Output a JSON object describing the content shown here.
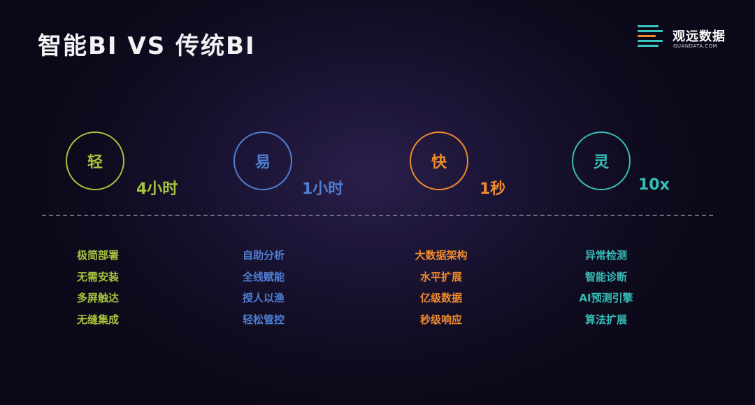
{
  "title": "智能BI VS 传统BI",
  "logo": {
    "icon": "guandata-logo-icon",
    "name": "观远数据",
    "sub": "GUANDATA.COM",
    "color": "#39c6c0"
  },
  "columns": [
    {
      "char": "轻",
      "metric": "4小时",
      "color": "#a5c23d",
      "items": [
        "极简部署",
        "无需安装",
        "多屏触达",
        "无缝集成"
      ]
    },
    {
      "char": "易",
      "metric": "1小时",
      "color": "#4f7fd4",
      "items": [
        "自助分析",
        "全线赋能",
        "授人以渔",
        "轻松管控"
      ]
    },
    {
      "char": "快",
      "metric": "1秒",
      "color": "#f08b2c",
      "items": [
        "大数据架构",
        "水平扩展",
        "亿级数据",
        "秒级响应"
      ]
    },
    {
      "char": "灵",
      "metric": "10x",
      "color": "#37bdb7",
      "items": [
        "异常检测",
        "智能诊断",
        "AI预测引擎",
        "算法扩展"
      ]
    }
  ]
}
